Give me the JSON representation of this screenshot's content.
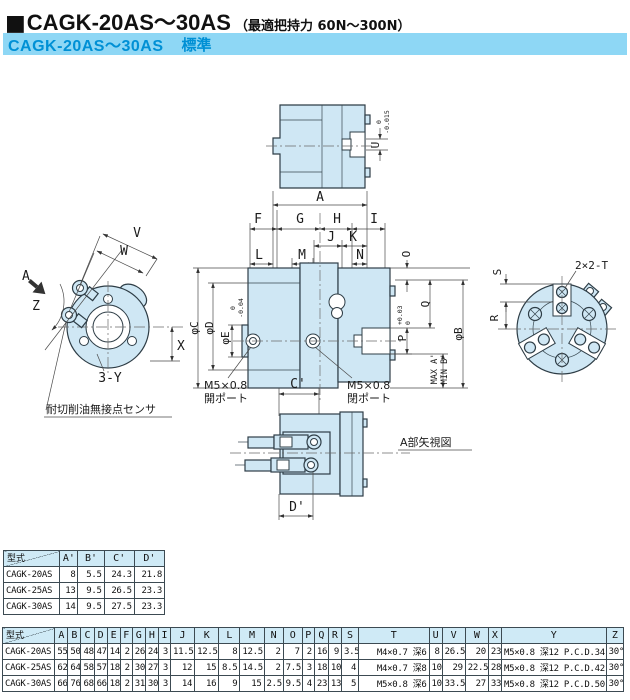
{
  "icons": {
    "section_marker": "■"
  },
  "header": {
    "title": "CAGK-20AS～30AS",
    "subtitle": "（最適把持力 60N～300N）"
  },
  "banner": {
    "model": "CAGK-20AS～30AS",
    "grade": "標準"
  },
  "colors": {
    "accent_bg": "#8ed7f5",
    "accent_text": "#0090d5",
    "part_fill": "#cfe7f4",
    "table_header_bg": "#cfeaf6"
  },
  "drawing": {
    "labels": {
      "a": "A",
      "f": "F",
      "g": "G",
      "h": "H",
      "i": "I",
      "j": "J",
      "k": "K",
      "l": "L",
      "m": "M",
      "n": "N",
      "o": "O",
      "p": "P",
      "q": "Q",
      "r": "R",
      "s": "S",
      "u": "U",
      "v": "V",
      "w": "W",
      "x": "X",
      "z": "Z",
      "phi_b": "φB",
      "phi_c": "φC",
      "phi_d": "φD",
      "phi_e": "φE",
      "max_a": "MAX A'",
      "min_b": "MIN B'",
      "three_y": "3-Y",
      "two_t": "2×2-T",
      "view_arrow": "A",
      "c_dash": "C'",
      "d_dash": "D'"
    },
    "tol": {
      "u_top": "0",
      "u_bot": "-0.015",
      "e_top": "0",
      "e_bot": "-0.04",
      "p_top": "+0.03",
      "p_bot": "0"
    },
    "notes": {
      "sensor": "耐切削油無接点センサ",
      "open_port_thread": "M5×0.8",
      "open_port": "開ポート",
      "close_port_thread": "M5×0.8",
      "close_port": "閉ポート",
      "view_a": "A部矢視図"
    }
  },
  "table1": {
    "corner": "型式",
    "headers": [
      "A'",
      "B'",
      "C'",
      "D'"
    ],
    "rows": [
      [
        "CAGK-20AS",
        "8",
        "5.5",
        "24.3",
        "21.8"
      ],
      [
        "CAGK-25AS",
        "13",
        "9.5",
        "26.5",
        "23.3"
      ],
      [
        "CAGK-30AS",
        "14",
        "9.5",
        "27.5",
        "23.3"
      ]
    ]
  },
  "table2": {
    "corner": "型式",
    "headers": [
      "A",
      "B",
      "C",
      "D",
      "E",
      "F",
      "G",
      "H",
      "I",
      "J",
      "K",
      "L",
      "M",
      "N",
      "O",
      "P",
      "Q",
      "R",
      "S",
      "T",
      "U",
      "V",
      "W",
      "X",
      "Y",
      "Z"
    ],
    "rows": [
      [
        "CAGK-20AS",
        "55",
        "50",
        "48",
        "47",
        "14",
        "2",
        "26",
        "24",
        "3",
        "11.5",
        "12.5",
        "8",
        "12.5",
        "2",
        "7",
        "2",
        "16",
        "9",
        "3.5",
        "M4×0.7 深6",
        "8",
        "26.5",
        "20",
        "23",
        "M5×0.8 深12 P.C.D.34",
        "30°"
      ],
      [
        "CAGK-25AS",
        "62",
        "64",
        "58",
        "57",
        "18",
        "2",
        "30",
        "27",
        "3",
        "12",
        "15",
        "8.5",
        "14.5",
        "2",
        "7.5",
        "3",
        "18",
        "10",
        "4",
        "M4×0.7 深8",
        "10",
        "29",
        "22.5",
        "28",
        "M5×0.8 深12 P.C.D.42",
        "30°"
      ],
      [
        "CAGK-30AS",
        "66",
        "76",
        "68",
        "66",
        "18",
        "2",
        "31",
        "30",
        "3",
        "14",
        "16",
        "9",
        "15",
        "2.5",
        "9.5",
        "4",
        "23",
        "13",
        "5",
        "M5×0.8 深6",
        "10",
        "33.5",
        "27",
        "33",
        "M5×0.8 深12 P.C.D.50",
        "30°"
      ]
    ]
  }
}
